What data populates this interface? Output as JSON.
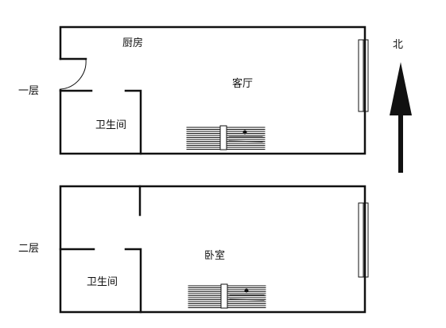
{
  "floors": [
    {
      "label": "一层",
      "rooms": {
        "kitchen": "厨房",
        "living_room": "客厅",
        "bathroom": "卫生间"
      }
    },
    {
      "label": "二层",
      "rooms": {
        "bedroom": "卧室",
        "bathroom": "卫生间"
      }
    }
  ],
  "compass": {
    "label": "北",
    "icon": "north-arrow-icon"
  },
  "colors": {
    "wall": "#111111",
    "background": "#ffffff"
  }
}
